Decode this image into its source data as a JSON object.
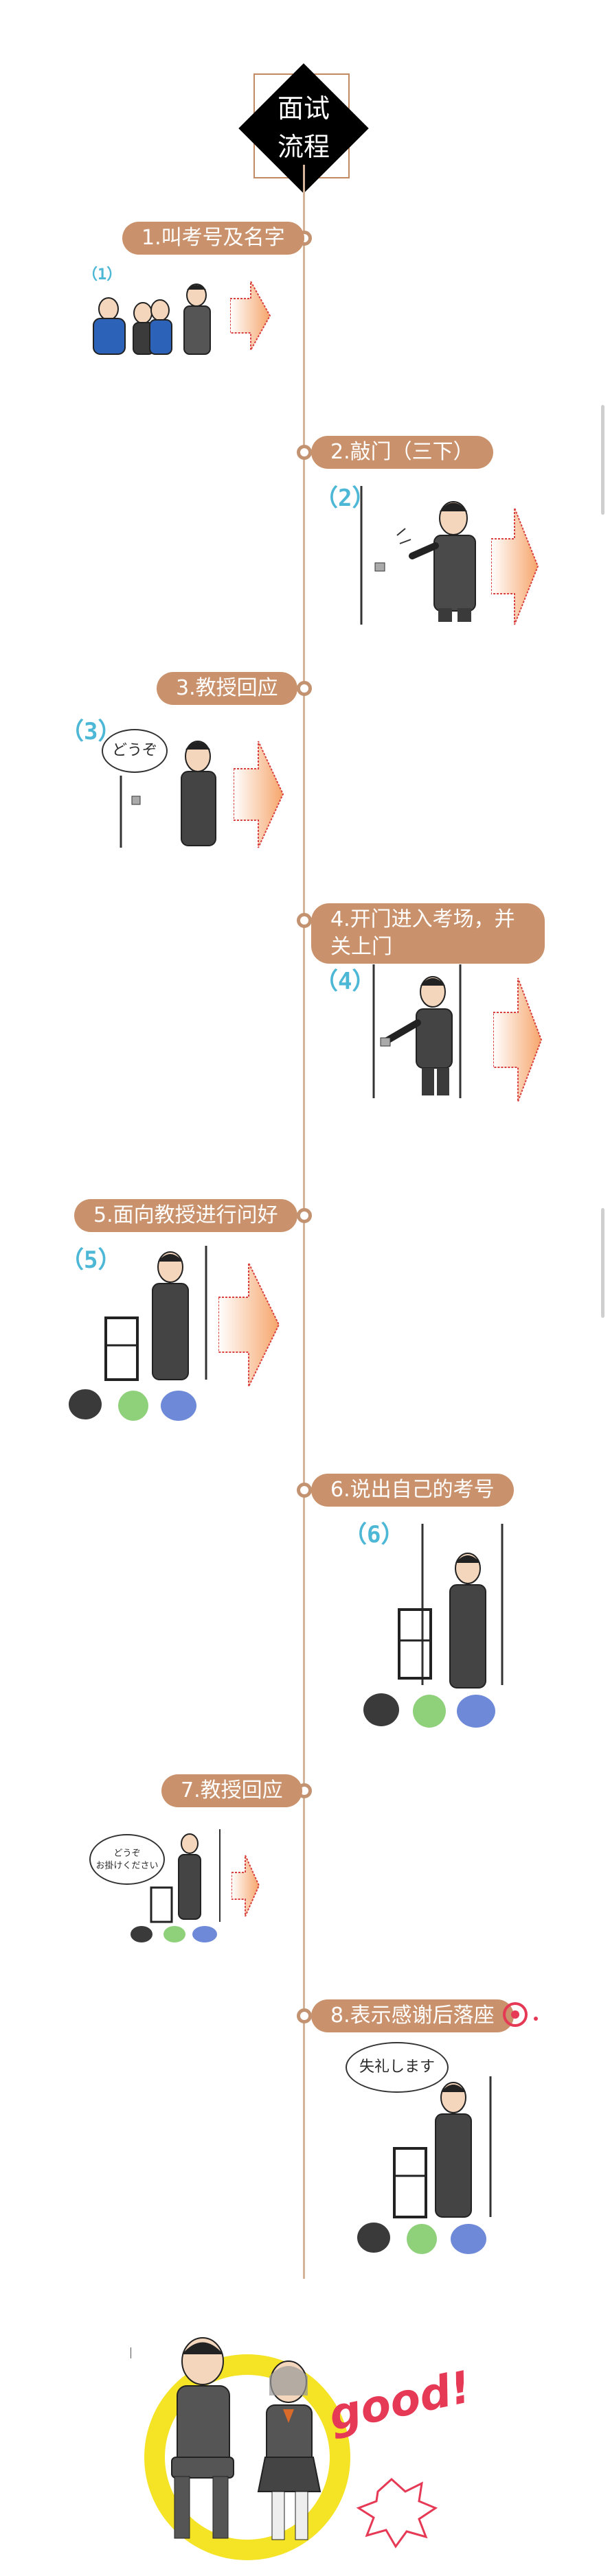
{
  "title": {
    "line1": "面试",
    "line2": "流程"
  },
  "steps": [
    {
      "label": "1.叫考号及名字",
      "num": "（1）"
    },
    {
      "label": "2.敲门（三下）",
      "num": "（2）"
    },
    {
      "label": "3.教授回应",
      "num": "（3）"
    },
    {
      "label": "4.开门进入考场，并关上门",
      "num": "（4）"
    },
    {
      "label": "5.面向教授进行问好",
      "num": "（5）"
    },
    {
      "label": "6.说出自己的考号",
      "num": "（6）"
    },
    {
      "label": "7.教授回应",
      "num": ""
    },
    {
      "label": "8.表示感谢后落座",
      "num": ""
    }
  ],
  "bubbles": {
    "douzo": "どうぞ",
    "douzo_long_1": "どうぞ",
    "douzo_long_2": "お掛けください",
    "shitsurei": "失礼します"
  },
  "ending": {
    "good": "good!"
  },
  "colors": {
    "pill": "#c9926c",
    "timeline": "#d3b39a",
    "accent_blue": "#4db7d6",
    "arrow_fill": "#f6a56b",
    "arrow_edge": "#d94040"
  }
}
